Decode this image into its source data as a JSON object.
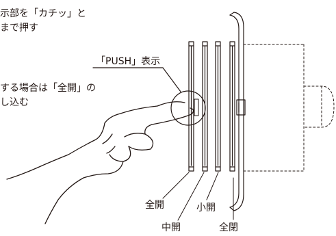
{
  "instructions": {
    "line1": "示部を「カチッ」と",
    "line2": "まで押す",
    "line3": "する場合は「全開」の",
    "line4": "し込む"
  },
  "callout": {
    "push_label": "「PUSH」表示"
  },
  "positions": {
    "full_open": "全開",
    "mid_open": "中開",
    "small_open": "小開",
    "full_closed": "全閉"
  }
}
